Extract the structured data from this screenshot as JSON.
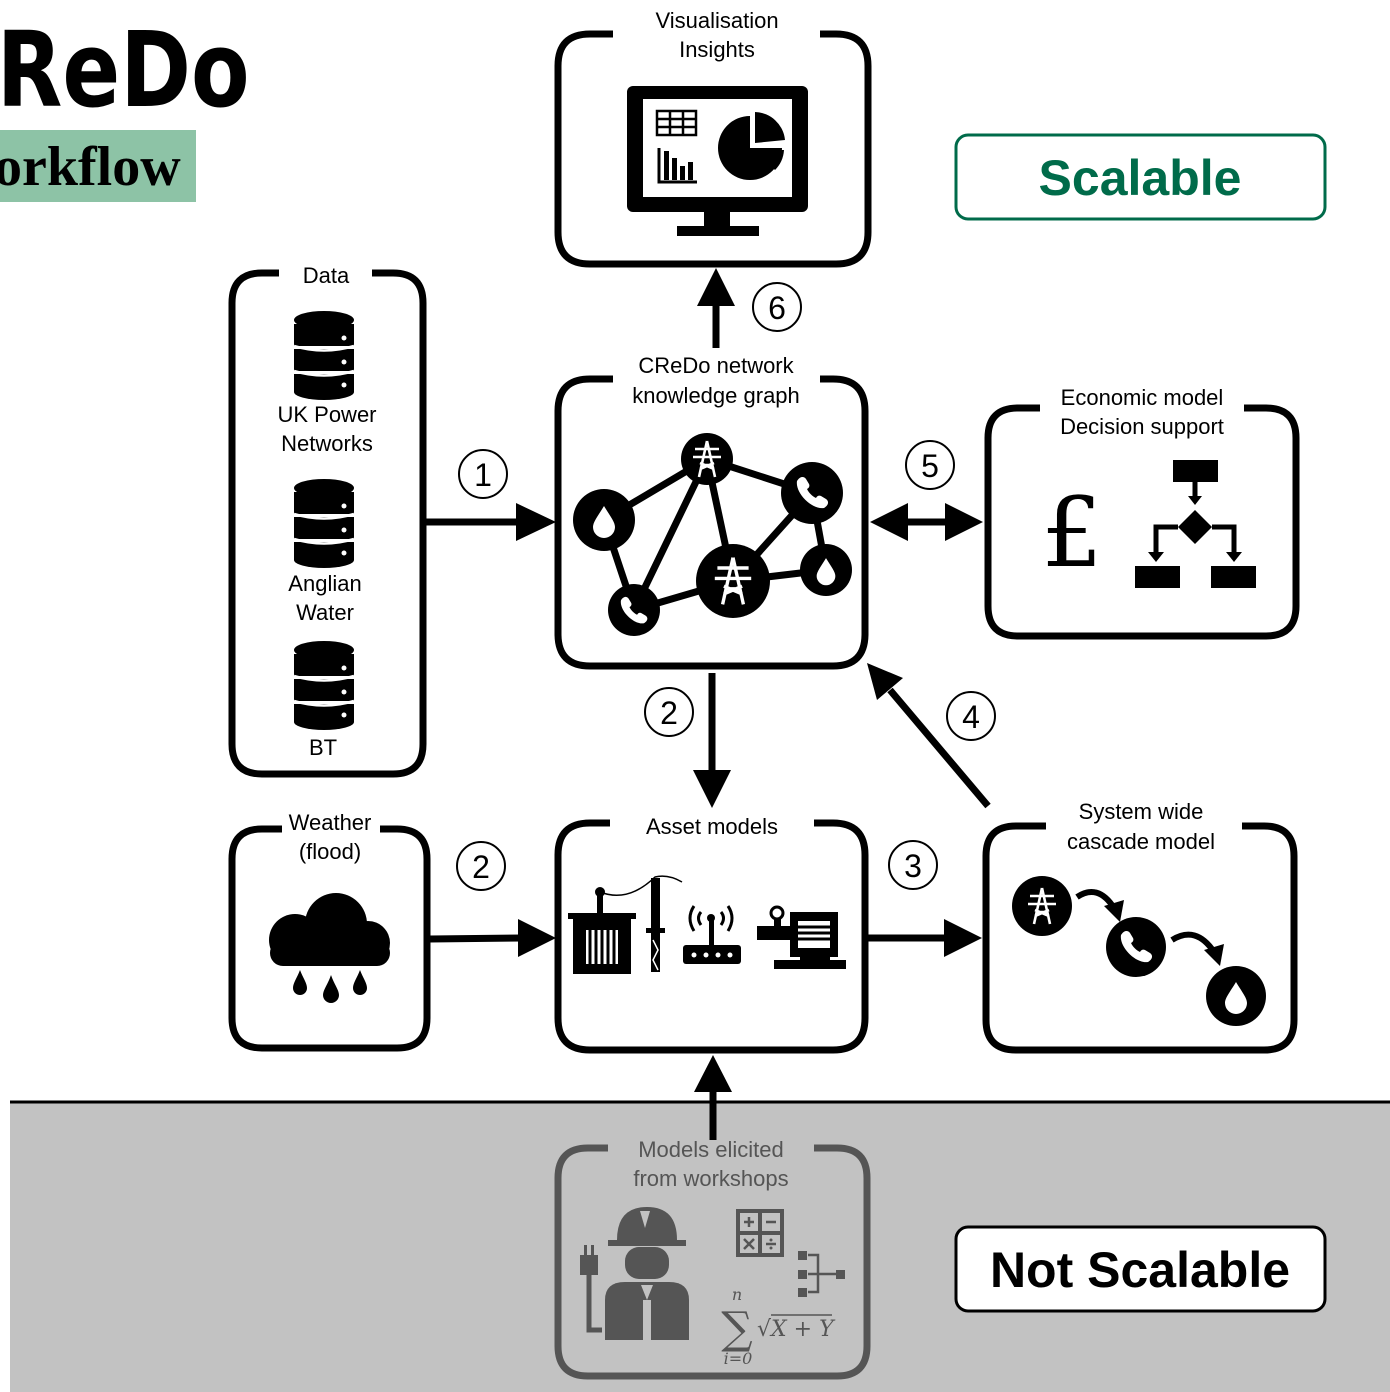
{
  "header": {
    "title": "ReDo",
    "subtitle": "orkflow",
    "subtitle_bg": "#8dc3a6"
  },
  "badges": {
    "scalable": "Scalable",
    "scalable_color": "#006b4a",
    "not_scalable": "Not Scalable"
  },
  "boxes": {
    "visualisation": {
      "line1": "Visualisation",
      "line2": "Insights"
    },
    "data": {
      "title": "Data",
      "sources": [
        "UK Power",
        "Networks",
        "Anglian",
        "Water",
        "BT"
      ]
    },
    "knowledge_graph": {
      "line1": "CReDo network",
      "line2": "knowledge graph"
    },
    "economic": {
      "line1": "Economic model",
      "line2": "Decision support",
      "currency": "£"
    },
    "weather": {
      "line1": "Weather",
      "line2": "(flood)"
    },
    "asset_models": {
      "title": "Asset models"
    },
    "cascade": {
      "line1": "System wide",
      "line2": "cascade model"
    },
    "workshops": {
      "line1": "Models elicited",
      "line2": "from workshops",
      "sum_top": "n",
      "sum_sym": "∑",
      "sum_bottom": "i=0",
      "sqrt_expr": "√X + Y"
    }
  },
  "steps": [
    "1",
    "2",
    "2",
    "3",
    "4",
    "5",
    "6"
  ],
  "icons": [
    "table-icon",
    "pie-chart-icon",
    "bar-chart-icon",
    "database-icon",
    "pylon-icon",
    "water-drop-icon",
    "phone-icon",
    "flowchart-icon",
    "rain-cloud-icon",
    "transformer-icon",
    "router-icon",
    "pump-icon",
    "engineer-icon",
    "calculator-icon"
  ]
}
